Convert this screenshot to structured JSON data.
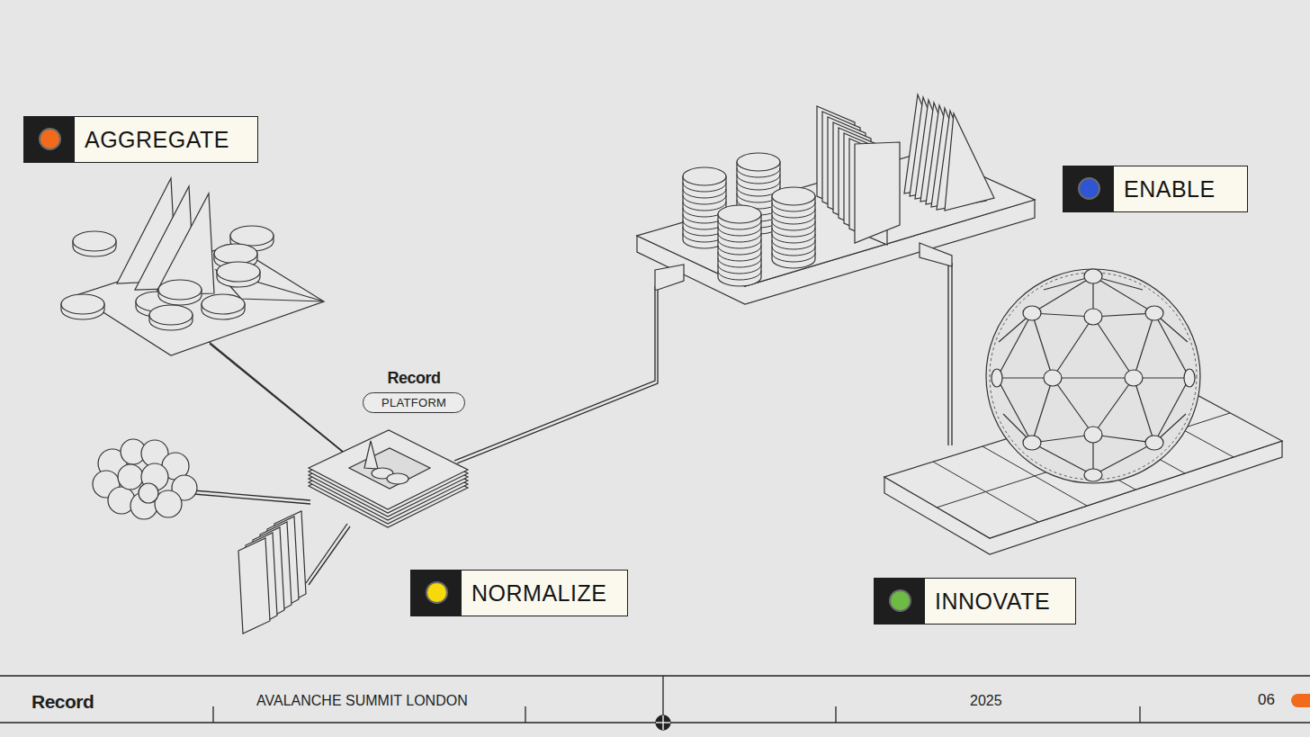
{
  "diagram": {
    "nodes": [
      {
        "text": [
          "AGGREGATE"
        ]
      },
      {
        "text": [
          "ENABLE"
        ]
      },
      {
        "text": [
          "Record",
          "PLATFORM"
        ]
      },
      {
        "text": [
          "NORMALIZE"
        ]
      },
      {
        "text": [
          "INNOVATE"
        ]
      }
    ],
    "labels": [
      "Record",
      "AVALANCHE SUMMIT LONDON",
      "2025",
      "06"
    ]
  }
}
